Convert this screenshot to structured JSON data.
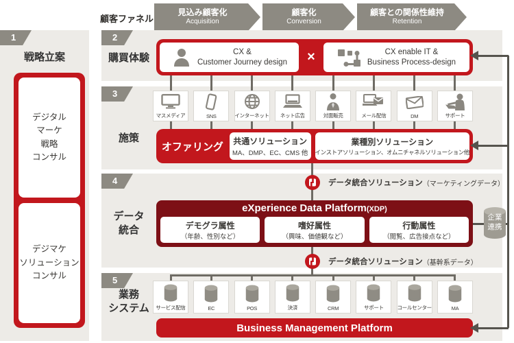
{
  "funnel": {
    "label": "顧客ファネル",
    "stages": [
      {
        "jp": "見込み顧客化",
        "en": "Acquisition"
      },
      {
        "jp": "顧客化",
        "en": "Conversion"
      },
      {
        "jp": "顧客との関係性維持",
        "en": "Retention"
      }
    ]
  },
  "strategy": {
    "num": "1",
    "title": "戦略立案",
    "box1": "デジタル\nマーケ\n戦略\nコンサル",
    "box2": "デジマケ\nソリューション\nコンサル"
  },
  "experience": {
    "num": "2",
    "title": "購買体験",
    "left_box": "CX &\nCustomer Journey design",
    "operator": "×",
    "right_box": "CX enable IT &\nBusiness Process-design"
  },
  "measures": {
    "num": "3",
    "title": "施策",
    "channels": [
      {
        "label": "マスメディア",
        "icon": "tv-icon"
      },
      {
        "label": "SNS",
        "icon": "smartphone-icon"
      },
      {
        "label": "インターネット",
        "icon": "globe-icon"
      },
      {
        "label": "ネット広告",
        "icon": "laptop-icon"
      },
      {
        "label": "対面販売",
        "icon": "salesperson-icon"
      },
      {
        "label": "メール配信",
        "icon": "laptop-mail-icon"
      },
      {
        "label": "DM",
        "icon": "envelope-icon"
      },
      {
        "label": "サポート",
        "icon": "support-agent-icon"
      }
    ],
    "offering_label": "オファリング",
    "common_solution": {
      "title": "共通ソリューション",
      "subtitle": "MA、DMP、EC、CMS 他"
    },
    "industry_solution": {
      "title": "業種別ソリューション",
      "subtitle": "インストアソリューション、オムニチャネルソリューション他"
    }
  },
  "data_integration": {
    "num": "4",
    "title": "データ\n統合",
    "connector_top": {
      "label": "データ統合ソリューション",
      "note": "（マーケティングデータ）"
    },
    "connector_bottom": {
      "label": "データ統合ソリューション",
      "note": "（基幹系データ）"
    },
    "xdp": {
      "title": "eXperience Data Platform",
      "title_suffix": "(XDP)",
      "attributes": [
        {
          "title": "デモグラ属性",
          "subtitle": "（年齢、性別など）"
        },
        {
          "title": "嗜好属性",
          "subtitle": "（興味、価値観など）"
        },
        {
          "title": "行動属性",
          "subtitle": "（閲覧、広告接点など）"
        }
      ]
    },
    "partner": "企業\n連携"
  },
  "systems": {
    "num": "5",
    "title": "業務\nシステム",
    "items": [
      {
        "label": "サービス配信",
        "icon": "database-icon"
      },
      {
        "label": "EC",
        "icon": "database-icon"
      },
      {
        "label": "POS",
        "icon": "database-icon"
      },
      {
        "label": "決済",
        "icon": "database-icon"
      },
      {
        "label": "CRM",
        "icon": "database-icon"
      },
      {
        "label": "サポート",
        "icon": "database-icon"
      },
      {
        "label": "コールセンター",
        "icon": "database-icon"
      },
      {
        "label": "MA",
        "icon": "database-icon"
      }
    ],
    "platform": "Business Management Platform"
  },
  "colors": {
    "accent_red": "#c2171d",
    "maroon": "#7d1016",
    "gray": "#8d8a82",
    "panel_bg": "#edebe7",
    "line_dark": "#55534d",
    "line_mid": "#6e6b64"
  }
}
